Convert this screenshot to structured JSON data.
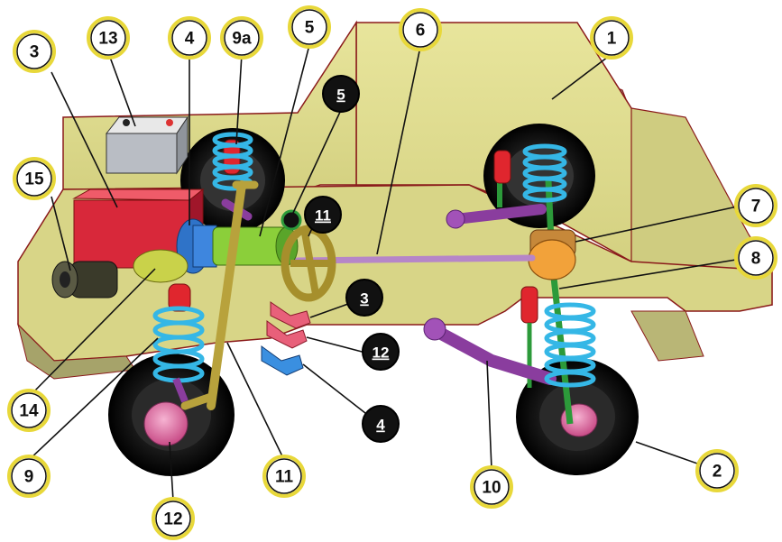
{
  "callouts": [
    {
      "id": "c1",
      "label": "1",
      "style": "light"
    },
    {
      "id": "c2",
      "label": "2",
      "style": "light"
    },
    {
      "id": "c3",
      "label": "3",
      "style": "light"
    },
    {
      "id": "c4",
      "label": "4",
      "style": "light"
    },
    {
      "id": "c5",
      "label": "5",
      "style": "light"
    },
    {
      "id": "c6",
      "label": "6",
      "style": "light"
    },
    {
      "id": "c7",
      "label": "7",
      "style": "light"
    },
    {
      "id": "c8",
      "label": "8",
      "style": "light"
    },
    {
      "id": "c9",
      "label": "9",
      "style": "light"
    },
    {
      "id": "c9a",
      "label": "9a",
      "style": "light"
    },
    {
      "id": "c10",
      "label": "10",
      "style": "light"
    },
    {
      "id": "c11",
      "label": "11",
      "style": "light"
    },
    {
      "id": "c12",
      "label": "12",
      "style": "light"
    },
    {
      "id": "c13",
      "label": "13",
      "style": "light"
    },
    {
      "id": "c14",
      "label": "14",
      "style": "light"
    },
    {
      "id": "c15",
      "label": "15",
      "style": "light"
    },
    {
      "id": "d5",
      "label": "5",
      "style": "dark"
    },
    {
      "id": "d11",
      "label": "11",
      "style": "dark"
    },
    {
      "id": "d3",
      "label": "3",
      "style": "dark"
    },
    {
      "id": "d12",
      "label": "12",
      "style": "dark"
    },
    {
      "id": "d4",
      "label": "4",
      "style": "dark"
    }
  ],
  "colors": {
    "body_fill": "#dcd98e",
    "body_side": "#c9c67a",
    "body_shadow": "#8b8b86",
    "outline": "#8a1a1a",
    "spring": "#35b7e6",
    "damper": "#e0262e",
    "axle_green": "#2c9a3a",
    "arm_purple": "#8a3d9e",
    "steering_gold": "#b8a23c",
    "tire": "#1a1a1a",
    "hub": "#e56fa6",
    "engine_red": "#d8283a",
    "gearbox_green": "#8bcf3a",
    "clutch_blue": "#2f73c8",
    "differential": "#f2a23a",
    "callout_light_fill": "#ffffff",
    "callout_dark_fill": "#111111",
    "callout_ring": "#e8d83a"
  }
}
